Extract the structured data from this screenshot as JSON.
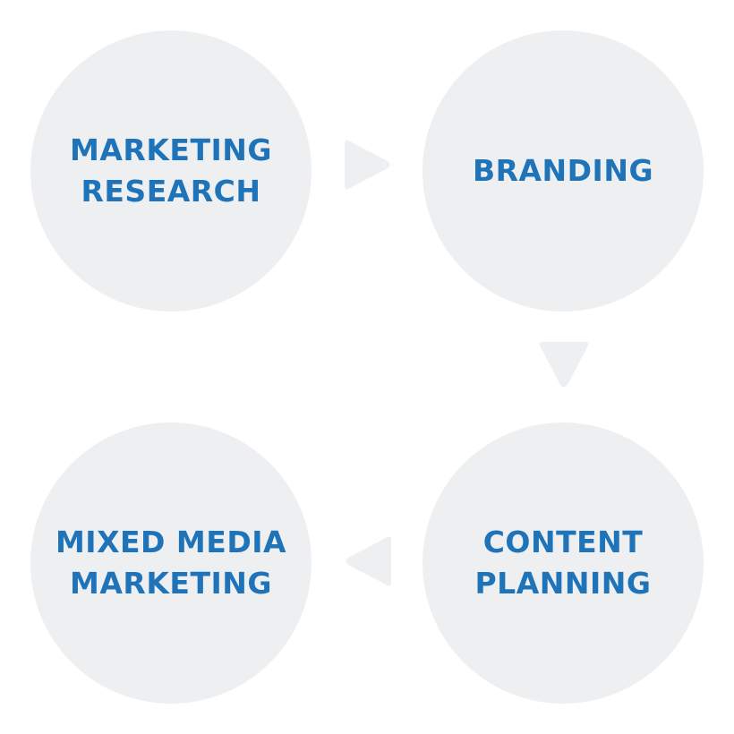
{
  "colors": {
    "circle_fill": "#eeeff1",
    "text": "#1f73b8",
    "arrow_fill": "#eeeff1"
  },
  "nodes": [
    {
      "id": "marketing-research",
      "lines": [
        "MARKETING",
        "RESEARCH"
      ]
    },
    {
      "id": "branding",
      "lines": [
        "BRANDING"
      ]
    },
    {
      "id": "content-planning",
      "lines": [
        "CONTENT",
        "PLANNING"
      ]
    },
    {
      "id": "mixed-media-marketing",
      "lines": [
        "MIXED MEDIA",
        "MARKETING"
      ]
    }
  ],
  "edges": [
    {
      "from": "marketing-research",
      "to": "branding",
      "icon": "triangle-right-icon"
    },
    {
      "from": "branding",
      "to": "content-planning",
      "icon": "triangle-down-icon"
    },
    {
      "from": "content-planning",
      "to": "mixed-media-marketing",
      "icon": "triangle-left-icon"
    }
  ]
}
